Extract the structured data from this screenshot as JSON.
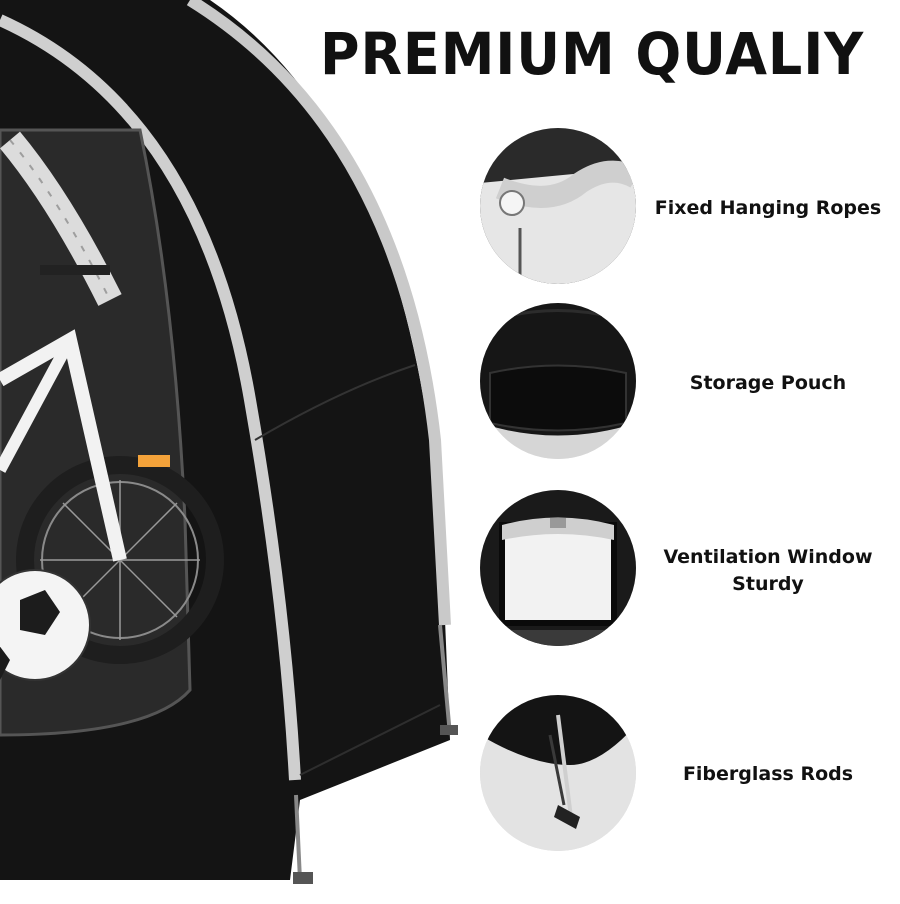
{
  "headline": "PREMIUM QUALIY",
  "product_image": {
    "subject": "bike-storage-tent-icon"
  },
  "features": [
    {
      "label": "Fixed Hanging Ropes",
      "icon": "hanging-ropes-icon"
    },
    {
      "label": "Storage Pouch",
      "icon": "storage-pouch-icon"
    },
    {
      "label": "Ventilation Window",
      "label_line2": "Sturdy",
      "icon": "ventilation-window-icon"
    },
    {
      "label": "Fiberglass Rods",
      "icon": "fiberglass-rods-icon"
    }
  ],
  "colors": {
    "text": "#111111",
    "tent_black": "#141414",
    "tent_trim": "#c9c9c9",
    "thumb_bg": "#d9d9d9",
    "background": "#ffffff"
  }
}
